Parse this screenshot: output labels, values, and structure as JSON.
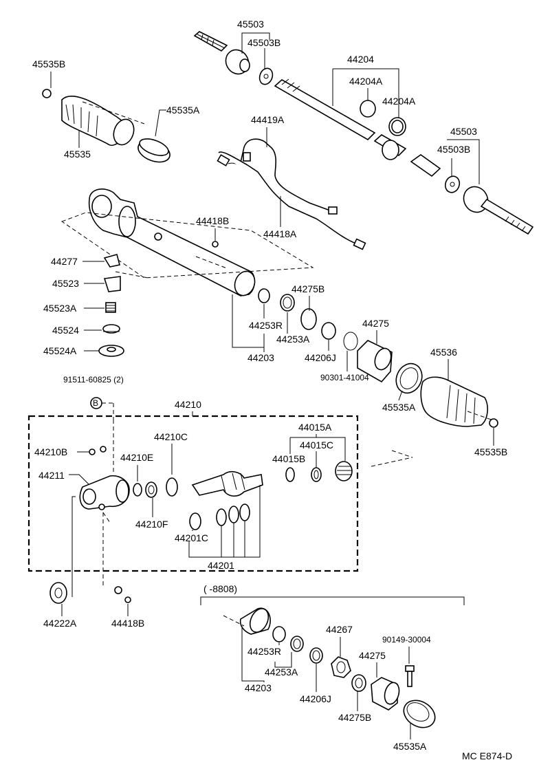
{
  "labels": {
    "p45503_top": "45503",
    "p45503b_top": "45503B",
    "p45535b_top": "45535B",
    "p44204": "44204",
    "p44204a_1": "44204A",
    "p44204a_2": "44204A",
    "p45535a_top": "45535A",
    "p45535": "45535",
    "p44419a": "44419A",
    "p45503_right": "45503",
    "p45503b_right": "45503B",
    "p44418b_top": "44418B",
    "p44418a": "44418A",
    "p44277": "44277",
    "p45523": "45523",
    "p45523a": "45523A",
    "p45524": "45524",
    "p45524a": "45524A",
    "p44275b_top": "44275B",
    "p44253r_top": "44253R",
    "p44253a_top": "44253A",
    "p44203_top": "44203",
    "p44206j_top": "44206J",
    "p44275_top": "44275",
    "p90301": "90301-41004",
    "p45536": "45536",
    "p45535a_mid": "45535A",
    "p45535b_bottom": "45535B",
    "p91511": "91511-60825 (2)",
    "p44210": "44210",
    "p44015a": "44015A",
    "p44015c": "44015C",
    "p44015b": "44015B",
    "p44210c": "44210C",
    "p44210b": "44210B",
    "p44210e": "44210E",
    "p44211": "44211",
    "p44210f": "44210F",
    "p44201c": "44201C",
    "p44201": "44201",
    "p44222a": "44222A",
    "p44418b_bottom": "44418B",
    "range_note": "(      -8808)",
    "p44267": "44267",
    "p90149": "90149-30004",
    "p44253r_bottom": "44253R",
    "p44253a_bottom": "44253A",
    "p44275_bottom": "44275",
    "p44203_bottom": "44203",
    "p44206j_bottom": "44206J",
    "p44275b_bottom": "44275B",
    "p45535a_bottom": "45535A",
    "diagram_code": "MC  E874-D"
  }
}
